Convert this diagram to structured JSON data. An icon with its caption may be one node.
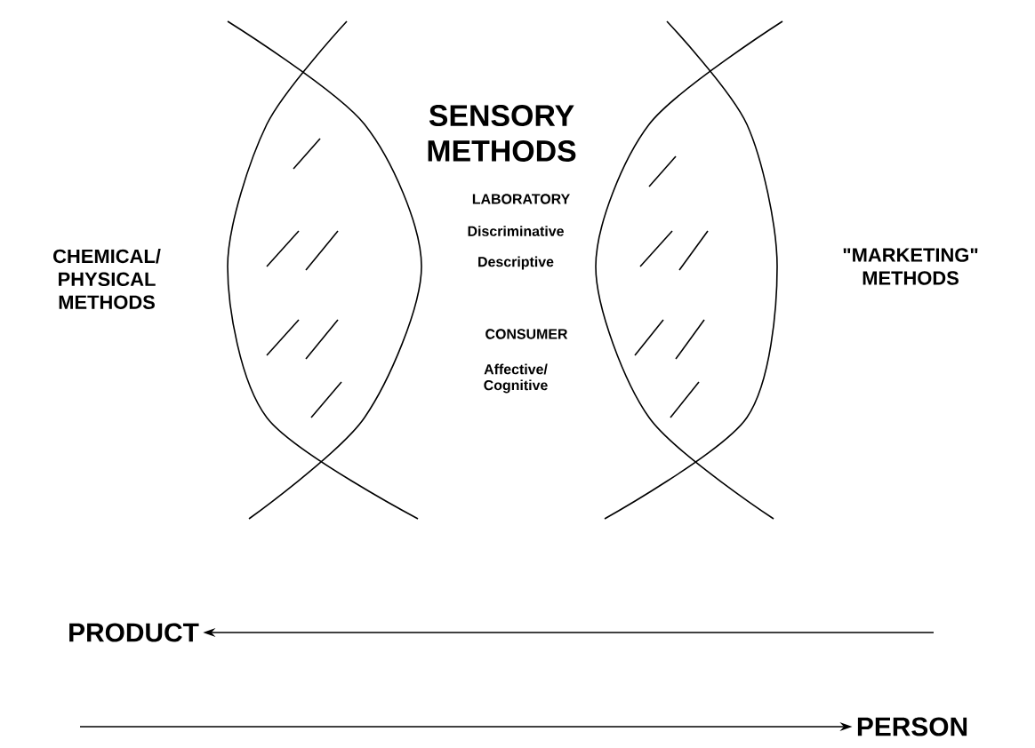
{
  "diagram": {
    "nodes": [
      {
        "text": [
          "PRODUCT"
        ]
      },
      {
        "text": [
          "PERSON"
        ]
      }
    ],
    "edges": [
      {
        "from": null,
        "to": 0,
        "arrow": "to"
      },
      {
        "from": null,
        "to": 1,
        "arrow": "to"
      }
    ],
    "labels": [
      "CHEMICAL/ PHYSICAL METHODS",
      "SENSORY METHODS",
      "LABORATORY",
      "Discriminative",
      "Descriptive",
      "\"MARKETING\" METHODS",
      "CONSUMER",
      "Affective/ Cognitive"
    ]
  }
}
